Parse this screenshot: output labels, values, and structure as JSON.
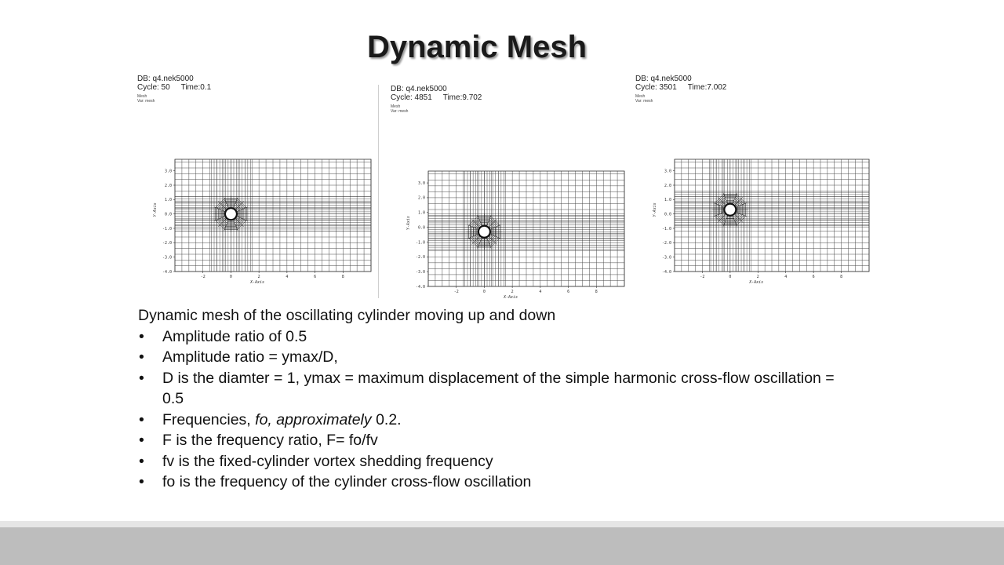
{
  "slide": {
    "title": "Dynamic Mesh"
  },
  "panels": [
    {
      "db": "DB: q4.nek5000",
      "cycle": "Cycle: 50",
      "time": "Time:0.1",
      "legend1": "Mesh",
      "legend2": "Var: mesh",
      "x_ticks": [
        "-2",
        "0",
        "2",
        "4",
        "6",
        "8"
      ],
      "y_ticks": [
        "3.0",
        "2.0",
        "1.0",
        "0.0",
        "-1.0",
        "-2.0",
        "-3.0",
        "-4.0"
      ],
      "x_title": "X-Axis",
      "y_title": "Y-Axis",
      "cylinder_y": 0.0
    },
    {
      "db": "DB: q4.nek5000",
      "cycle": "Cycle: 4851",
      "time": "Time:9.702",
      "legend1": "Mesh",
      "legend2": "Var: mesh",
      "x_ticks": [
        "-2",
        "0",
        "2",
        "4",
        "6",
        "8"
      ],
      "y_ticks": [
        "3.0",
        "2.0",
        "1.0",
        "0.0",
        "-1.0",
        "-2.0",
        "-3.0",
        "-4.0"
      ],
      "x_title": "X-Axis",
      "y_title": "Y-Axis",
      "cylinder_y": -0.3
    },
    {
      "db": "DB: q4.nek5000",
      "cycle": "Cycle: 3501",
      "time": "Time:7.002",
      "legend1": "Mesh",
      "legend2": "Var: mesh",
      "x_ticks": [
        "-2",
        "0",
        "2",
        "4",
        "6",
        "8"
      ],
      "y_ticks": [
        "3.0",
        "2.0",
        "1.0",
        "0.0",
        "-1.0",
        "-2.0",
        "-3.0",
        "-4.0"
      ],
      "x_title": "X-Axis",
      "y_title": "Y-Axis",
      "cylinder_y": 0.3
    }
  ],
  "content": {
    "intro": "Dynamic mesh of the oscillating cylinder moving up and down",
    "bullets": [
      {
        "text": "Amplitude ratio of 0.5"
      },
      {
        "text": "Amplitude ratio = ymax/D,"
      },
      {
        "text": "D is the diamter = 1, ymax = maximum displacement of the simple harmonic cross-flow oscillation = 0.5"
      },
      {
        "pre": "Frequencies, ",
        "em": "fo, approximately",
        "post": " 0.2."
      },
      {
        "text": "F is the frequency ratio, F= fo/fv"
      },
      {
        "text": "fv is the fixed-cylinder vortex shedding frequency"
      },
      {
        "text": "fo is the frequency of the cylinder cross-flow oscillation"
      }
    ],
    "bullet_glyph": "•"
  }
}
